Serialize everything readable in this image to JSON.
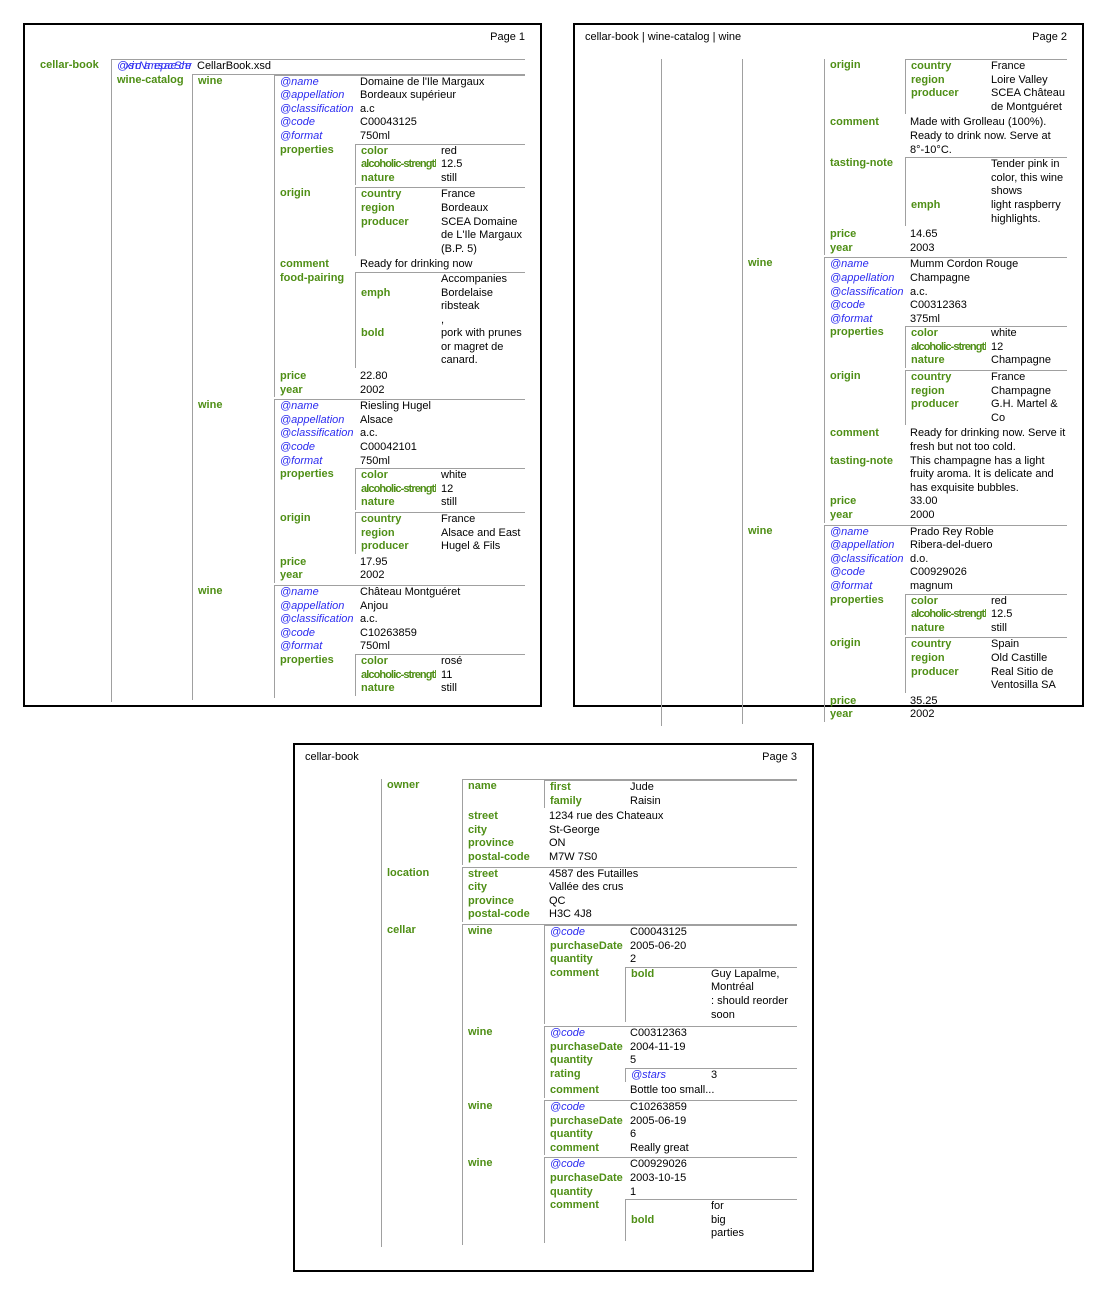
{
  "pages": [
    {
      "header_left": "",
      "header_right": "Page 1",
      "tree": [
        {
          "l": "cellar-book",
          "c": [
            {
              "l": "@xsi:noNamespaceSchemaLocation",
              "a": true,
              "v": "CellarBook.xsd"
            },
            {
              "l": "wine-catalog",
              "c": [
                {
                  "l": "wine",
                  "c": [
                    {
                      "l": "@name",
                      "a": true,
                      "v": "Domaine de l'Ile Margaux"
                    },
                    {
                      "l": "@appellation",
                      "a": true,
                      "v": "Bordeaux supérieur"
                    },
                    {
                      "l": "@classification",
                      "a": true,
                      "v": "a.c"
                    },
                    {
                      "l": "@code",
                      "a": true,
                      "v": "C00043125"
                    },
                    {
                      "l": "@format",
                      "a": true,
                      "v": "750ml"
                    },
                    {
                      "l": "properties",
                      "c": [
                        {
                          "l": "color",
                          "v": "red"
                        },
                        {
                          "l": "alcoholic-strength",
                          "v": "12.5"
                        },
                        {
                          "l": "nature",
                          "v": "still"
                        }
                      ]
                    },
                    {
                      "l": "origin",
                      "c": [
                        {
                          "l": "country",
                          "v": "France"
                        },
                        {
                          "l": "region",
                          "v": "Bordeaux"
                        },
                        {
                          "l": "producer",
                          "v": "SCEA Domaine de L'Ile Margaux (B.P. 5)"
                        }
                      ]
                    },
                    {
                      "l": "comment",
                      "v": "Ready for drinking now"
                    },
                    {
                      "l": "food-pairing",
                      "c": [
                        {
                          "l": "",
                          "v": "Accompanies"
                        },
                        {
                          "l": "emph",
                          "v": "Bordelaise ribsteak"
                        },
                        {
                          "l": "",
                          "v": ","
                        },
                        {
                          "l": "bold",
                          "v": "pork with prunes or magret de canard."
                        }
                      ]
                    },
                    {
                      "l": "price",
                      "v": "22.80"
                    },
                    {
                      "l": "year",
                      "v": "2002"
                    }
                  ]
                },
                {
                  "l": "wine",
                  "c": [
                    {
                      "l": "@name",
                      "a": true,
                      "v": "Riesling Hugel"
                    },
                    {
                      "l": "@appellation",
                      "a": true,
                      "v": "Alsace"
                    },
                    {
                      "l": "@classification",
                      "a": true,
                      "v": "a.c."
                    },
                    {
                      "l": "@code",
                      "a": true,
                      "v": "C00042101"
                    },
                    {
                      "l": "@format",
                      "a": true,
                      "v": "750ml"
                    },
                    {
                      "l": "properties",
                      "c": [
                        {
                          "l": "color",
                          "v": "white"
                        },
                        {
                          "l": "alcoholic-strength",
                          "v": "12"
                        },
                        {
                          "l": "nature",
                          "v": "still"
                        }
                      ]
                    },
                    {
                      "l": "origin",
                      "c": [
                        {
                          "l": "country",
                          "v": "France"
                        },
                        {
                          "l": "region",
                          "v": "Alsace and East"
                        },
                        {
                          "l": "producer",
                          "v": "Hugel & Fils"
                        }
                      ]
                    },
                    {
                      "l": "price",
                      "v": "17.95"
                    },
                    {
                      "l": "year",
                      "v": "2002"
                    }
                  ]
                },
                {
                  "l": "wine",
                  "c": [
                    {
                      "l": "@name",
                      "a": true,
                      "v": "Château Montguéret"
                    },
                    {
                      "l": "@appellation",
                      "a": true,
                      "v": "Anjou"
                    },
                    {
                      "l": "@classification",
                      "a": true,
                      "v": "a.c."
                    },
                    {
                      "l": "@code",
                      "a": true,
                      "v": "C10263859"
                    },
                    {
                      "l": "@format",
                      "a": true,
                      "v": "750ml"
                    },
                    {
                      "l": "properties",
                      "c": [
                        {
                          "l": "color",
                          "v": "rosé"
                        },
                        {
                          "l": "alcoholic-strength",
                          "v": "11"
                        },
                        {
                          "l": "nature",
                          "v": "still"
                        }
                      ]
                    }
                  ]
                }
              ]
            }
          ]
        }
      ]
    },
    {
      "header_left": "cellar-book | wine-catalog | wine",
      "header_right": "Page 2",
      "tree": [
        {
          "l": "",
          "cont": true,
          "c": [
            {
              "l": "",
              "cont": true,
              "c": [
                {
                  "l": "",
                  "cont": true,
                  "c": [
                    {
                      "l": "origin",
                      "c": [
                        {
                          "l": "country",
                          "v": "France"
                        },
                        {
                          "l": "region",
                          "v": "Loire Valley"
                        },
                        {
                          "l": "producer",
                          "v": "SCEA Château de Montguéret"
                        }
                      ]
                    },
                    {
                      "l": "comment",
                      "v": "Made with Grolleau (100%). Ready to drink now. Serve at 8°-10°C."
                    },
                    {
                      "l": "tasting-note",
                      "c": [
                        {
                          "l": "",
                          "v": "Tender pink in color, this wine shows"
                        },
                        {
                          "l": "emph",
                          "v": "light raspberry highlights."
                        }
                      ]
                    },
                    {
                      "l": "price",
                      "v": "14.65"
                    },
                    {
                      "l": "year",
                      "v": "2003"
                    }
                  ]
                },
                {
                  "l": "wine",
                  "c": [
                    {
                      "l": "@name",
                      "a": true,
                      "v": "Mumm Cordon Rouge"
                    },
                    {
                      "l": "@appellation",
                      "a": true,
                      "v": "Champagne"
                    },
                    {
                      "l": "@classification",
                      "a": true,
                      "v": "a.c."
                    },
                    {
                      "l": "@code",
                      "a": true,
                      "v": "C00312363"
                    },
                    {
                      "l": "@format",
                      "a": true,
                      "v": "375ml"
                    },
                    {
                      "l": "properties",
                      "c": [
                        {
                          "l": "color",
                          "v": "white"
                        },
                        {
                          "l": "alcoholic-strength",
                          "v": "12"
                        },
                        {
                          "l": "nature",
                          "v": "Champagne"
                        }
                      ]
                    },
                    {
                      "l": "origin",
                      "c": [
                        {
                          "l": "country",
                          "v": "France"
                        },
                        {
                          "l": "region",
                          "v": "Champagne"
                        },
                        {
                          "l": "producer",
                          "v": "G.H. Martel & Co"
                        }
                      ]
                    },
                    {
                      "l": "comment",
                      "v": "Ready for drinking now. Serve it fresh but not too cold."
                    },
                    {
                      "l": "tasting-note",
                      "v": "This champagne has a light fruity aroma. It is delicate and has exquisite bubbles."
                    },
                    {
                      "l": "price",
                      "v": "33.00"
                    },
                    {
                      "l": "year",
                      "v": "2000"
                    }
                  ]
                },
                {
                  "l": "wine",
                  "c": [
                    {
                      "l": "@name",
                      "a": true,
                      "v": "Prado Rey Roble"
                    },
                    {
                      "l": "@appellation",
                      "a": true,
                      "v": "Ribera-del-duero"
                    },
                    {
                      "l": "@classification",
                      "a": true,
                      "v": "d.o."
                    },
                    {
                      "l": "@code",
                      "a": true,
                      "v": "C00929026"
                    },
                    {
                      "l": "@format",
                      "a": true,
                      "v": "magnum"
                    },
                    {
                      "l": "properties",
                      "c": [
                        {
                          "l": "color",
                          "v": "red"
                        },
                        {
                          "l": "alcoholic-strength",
                          "v": "12.5"
                        },
                        {
                          "l": "nature",
                          "v": "still"
                        }
                      ]
                    },
                    {
                      "l": "origin",
                      "c": [
                        {
                          "l": "country",
                          "v": "Spain"
                        },
                        {
                          "l": "region",
                          "v": "Old Castille"
                        },
                        {
                          "l": "producer",
                          "v": "Real Sitio de Ventosilla SA"
                        }
                      ]
                    },
                    {
                      "l": "price",
                      "v": "35.25"
                    },
                    {
                      "l": "year",
                      "v": "2002"
                    }
                  ]
                }
              ]
            }
          ]
        }
      ]
    },
    {
      "header_left": "cellar-book",
      "header_right": "Page 3",
      "tree": [
        {
          "l": "",
          "cont": true,
          "c": [
            {
              "l": "owner",
              "c": [
                {
                  "l": "name",
                  "c": [
                    {
                      "l": "first",
                      "v": "Jude"
                    },
                    {
                      "l": "family",
                      "v": "Raisin"
                    }
                  ]
                },
                {
                  "l": "street",
                  "v": "1234 rue des Chateaux"
                },
                {
                  "l": "city",
                  "v": "St-George"
                },
                {
                  "l": "province",
                  "v": "ON"
                },
                {
                  "l": "postal-code",
                  "v": "M7W 7S0"
                }
              ]
            },
            {
              "l": "location",
              "c": [
                {
                  "l": "street",
                  "v": "4587 des Futailles"
                },
                {
                  "l": "city",
                  "v": "Vallée des crus"
                },
                {
                  "l": "province",
                  "v": "QC"
                },
                {
                  "l": "postal-code",
                  "v": "H3C 4J8"
                }
              ]
            },
            {
              "l": "cellar",
              "c": [
                {
                  "l": "wine",
                  "c": [
                    {
                      "l": "@code",
                      "a": true,
                      "v": "C00043125"
                    },
                    {
                      "l": "purchaseDate",
                      "v": "2005-06-20"
                    },
                    {
                      "l": "quantity",
                      "v": "2"
                    },
                    {
                      "l": "comment",
                      "c": [
                        {
                          "l": "bold",
                          "v": "Guy Lapalme, Montréal"
                        },
                        {
                          "l": "",
                          "v": ": should reorder soon"
                        }
                      ]
                    }
                  ]
                },
                {
                  "l": "wine",
                  "c": [
                    {
                      "l": "@code",
                      "a": true,
                      "v": "C00312363"
                    },
                    {
                      "l": "purchaseDate",
                      "v": "2004-11-19"
                    },
                    {
                      "l": "quantity",
                      "v": "5"
                    },
                    {
                      "l": "rating",
                      "c": [
                        {
                          "l": "@stars",
                          "a": true,
                          "v": "3"
                        }
                      ]
                    },
                    {
                      "l": "comment",
                      "v": "Bottle too small..."
                    }
                  ]
                },
                {
                  "l": "wine",
                  "c": [
                    {
                      "l": "@code",
                      "a": true,
                      "v": "C10263859"
                    },
                    {
                      "l": "purchaseDate",
                      "v": "2005-06-19"
                    },
                    {
                      "l": "quantity",
                      "v": "6"
                    },
                    {
                      "l": "comment",
                      "v": "Really great"
                    }
                  ]
                },
                {
                  "l": "wine",
                  "c": [
                    {
                      "l": "@code",
                      "a": true,
                      "v": "C00929026"
                    },
                    {
                      "l": "purchaseDate",
                      "v": "2003-10-15"
                    },
                    {
                      "l": "quantity",
                      "v": "1"
                    },
                    {
                      "l": "comment",
                      "c": [
                        {
                          "l": "",
                          "v": "for"
                        },
                        {
                          "l": "bold",
                          "v": "big"
                        },
                        {
                          "l": "",
                          "v": "parties"
                        }
                      ]
                    }
                  ]
                }
              ]
            }
          ]
        }
      ]
    }
  ]
}
